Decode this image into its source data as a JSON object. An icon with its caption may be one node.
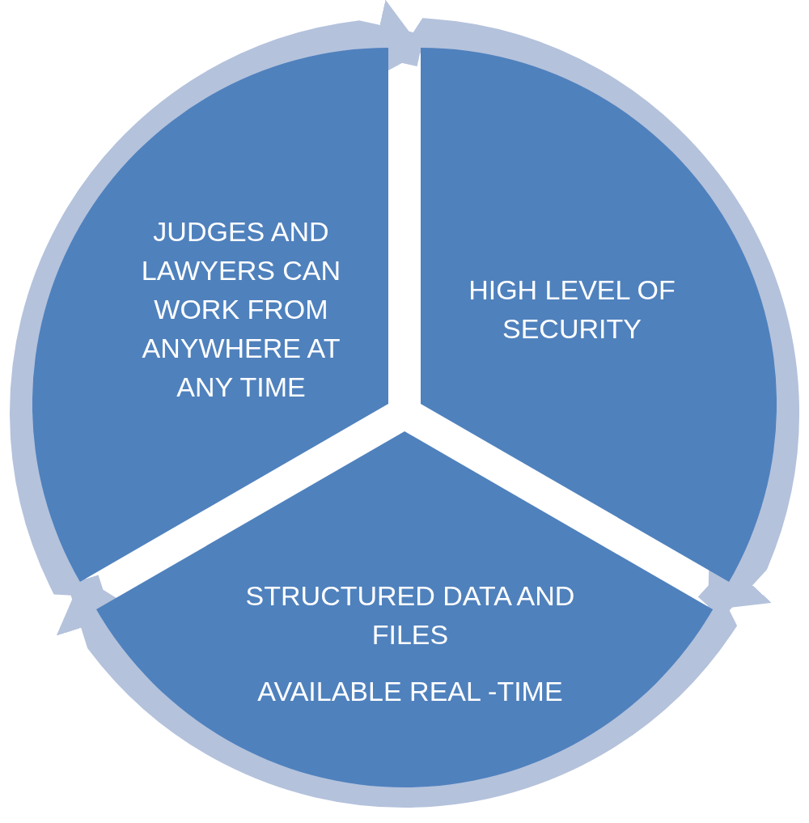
{
  "diagram": {
    "nodes": [
      {
        "text": [
          "JUDGES AND LAWYERS CAN WORK FROM ANYWHERE AT ANY TIME"
        ]
      },
      {
        "text": [
          "HIGH LEVEL OF SECURITY"
        ]
      },
      {
        "text": [
          "STRUCTURED DATA AND FILES",
          "AVAILABLE REAL -TIME"
        ]
      }
    ],
    "edges": [
      {
        "from": 0,
        "to": 1,
        "arrow": "to"
      },
      {
        "from": 1,
        "to": 2,
        "arrow": "to"
      },
      {
        "from": 2,
        "to": 0,
        "arrow": "to"
      }
    ]
  }
}
